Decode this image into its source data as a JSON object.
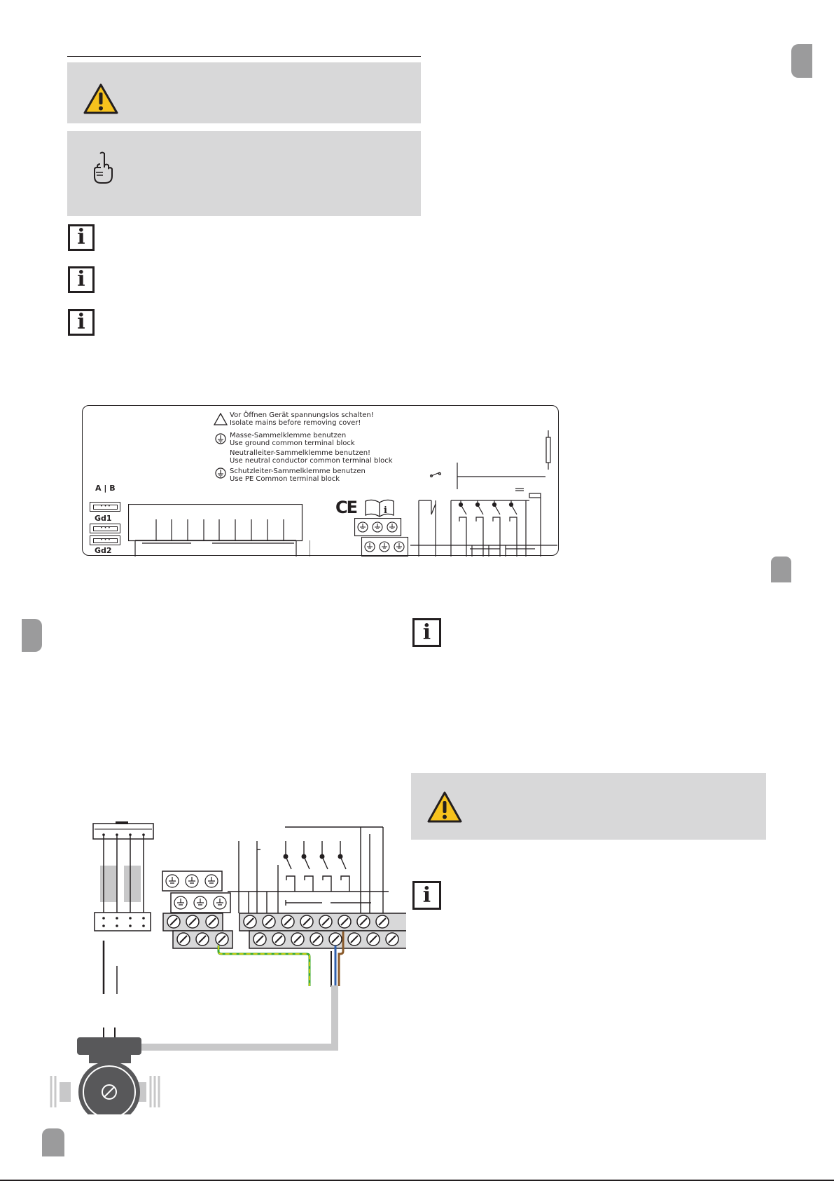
{
  "warnings": {
    "line1_de": "Vor Öffnen Gerät spannungslos schalten!",
    "line1_en": "Isolate mains before removing cover!",
    "line2_de": "Masse-Sammelklemme benutzen",
    "line2_en": "Use ground common terminal block",
    "line3_de": "Neutralleiter-Sammelklemme benutzen!",
    "line3_en": "Use neutral conductor common terminal block",
    "line4_de": "Schutzleiter-Sammelklemme benutzen",
    "line4_en": "Use PE Common terminal block"
  },
  "connectors": {
    "ab": "A | B",
    "gd1": "Gd1",
    "gd2": "Gd2",
    "ce": "CE"
  },
  "icons": {
    "warning": "warning-triangle-icon",
    "attention": "pointing-finger-icon",
    "info": "info-icon",
    "pump": "pump-icon"
  },
  "colors": {
    "panel_gray": "#d8d8d9",
    "tab_gray": "#9b9b9c",
    "warning_yellow": "#f6c21d",
    "wire_green": "#3aa935",
    "wire_yellow": "#f0d500",
    "wire_blue": "#2f5fab",
    "wire_brown": "#8a5a2b",
    "cable_gray": "#c8c8c9"
  }
}
